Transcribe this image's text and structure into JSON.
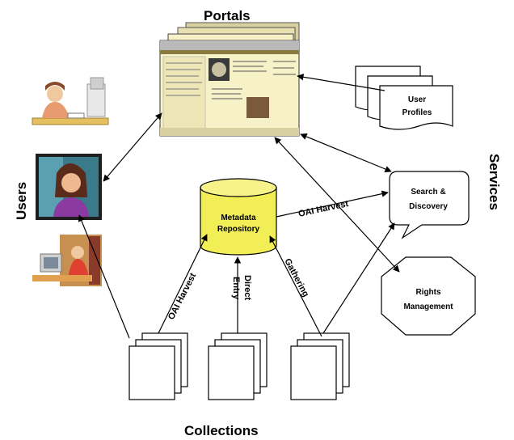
{
  "labels": {
    "portals": "Portals",
    "users": "Users",
    "services": "Services",
    "collections": "Collections"
  },
  "nodes": {
    "metadata_repository": [
      "Metadata",
      "Repository"
    ],
    "user_profiles": [
      "User",
      "Profiles"
    ],
    "search_discovery": [
      "Search &",
      "Discovery"
    ],
    "rights_management": [
      "Rights",
      "Management"
    ]
  },
  "edges": {
    "oai_harvest_left": "OAI Harvest",
    "direct_entry": [
      "Direct",
      "Entry"
    ],
    "gathering": "Gathering",
    "oai_harvest_right": "OAI Harvest"
  },
  "colors": {
    "cylinder": "#f2ee55",
    "line": "#000000",
    "portal_bg": "#f7f1c8",
    "portal_header": "#b9b9b9"
  },
  "icons": [
    "user-at-desk-icon",
    "user-woman-portrait-icon",
    "user-at-computer-icon",
    "portal-window-icon",
    "document-stack-icon"
  ]
}
